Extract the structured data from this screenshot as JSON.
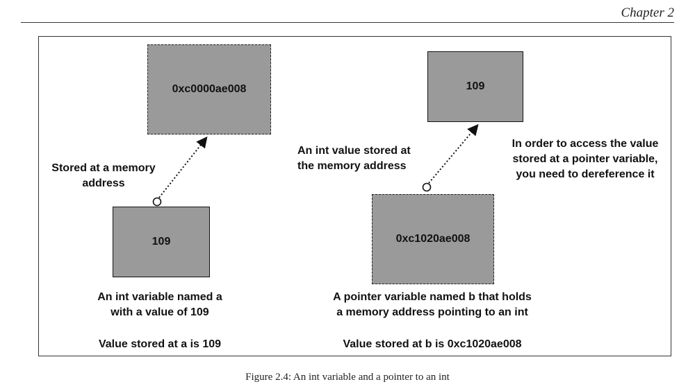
{
  "header": {
    "chapter": "Chapter 2"
  },
  "left": {
    "address_box": "0xc0000ae008",
    "value_box": "109",
    "arrow_label": [
      "Stored at a memory",
      "address"
    ],
    "description": [
      "An int variable named a",
      "with a value of 109"
    ],
    "value_line": "Value stored at a is 109"
  },
  "right": {
    "value_box": "109",
    "address_box": "0xc1020ae008",
    "arrow_label": [
      "An int value stored at",
      "the memory address"
    ],
    "note": [
      "In order to access the value",
      "stored at a pointer variable,",
      "you need to dereference it"
    ],
    "description": [
      "A pointer variable named b that holds",
      "a memory address pointing to an int"
    ],
    "value_line": "Value stored at b is 0xc1020ae008"
  },
  "caption": "Figure 2.4: An int variable and a pointer to an int"
}
